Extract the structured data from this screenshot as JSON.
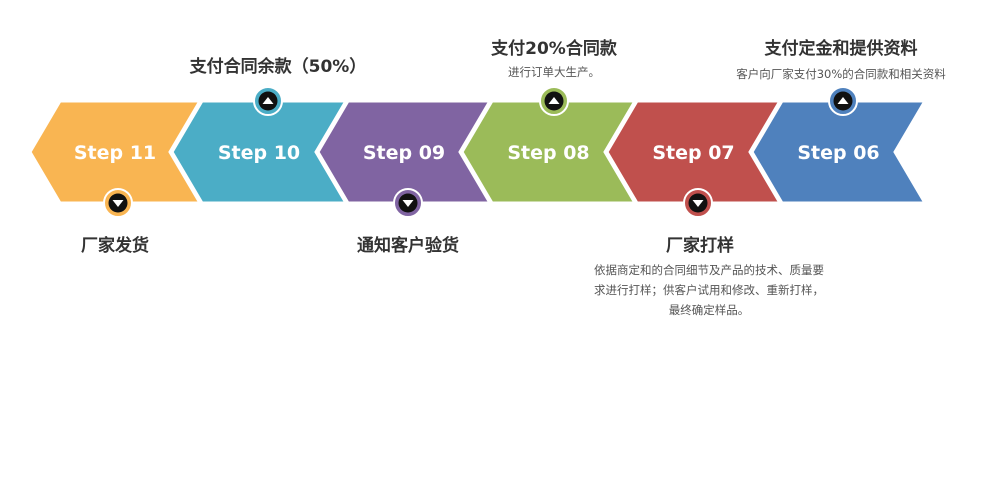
{
  "steps": [
    {
      "label": "Step 11",
      "color": "#F9B552",
      "badge": "down",
      "title": "厂家发货",
      "desc": ""
    },
    {
      "label": "Step 10",
      "color": "#4BADC6",
      "badge": "up",
      "title": "支付合同余款（50%）",
      "desc": ""
    },
    {
      "label": "Step 09",
      "color": "#8064A2",
      "badge": "down",
      "title": "通知客户验货",
      "desc": ""
    },
    {
      "label": "Step 08",
      "color": "#9BBB59",
      "badge": "up",
      "title": "支付20%合同款",
      "desc": "进行订单大生产。"
    },
    {
      "label": "Step 07",
      "color": "#C0504D",
      "badge": "down",
      "title": "厂家打样",
      "desc": "依据商定和的合同细节及产品的技术、质量要求进行打样；供客户试用和修改、重新打样，最终确定样品。"
    },
    {
      "label": "Step 06",
      "color": "#4F81BD",
      "badge": "up",
      "title": "支付定金和提供资料",
      "desc": "客户向厂家支付30%的合同款和相关资料"
    }
  ],
  "badge_icons": {
    "up": "triangle-up-icon",
    "down": "triangle-down-icon"
  }
}
